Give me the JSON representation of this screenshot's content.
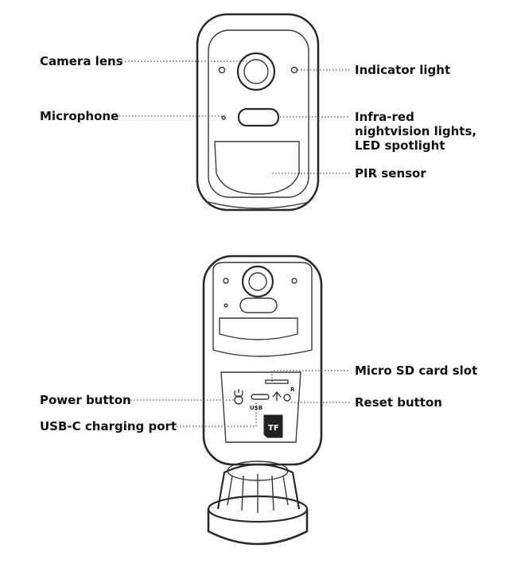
{
  "labels": {
    "camera_lens": "Camera lens",
    "microphone": "Microphone",
    "indicator_light": "Indicator light",
    "ir_lights_line1": "Infra-red",
    "ir_lights_line2": "nightvision lights,",
    "ir_lights_line3": "LED spotlight",
    "pir_sensor": "PIR sensor",
    "micro_sd_slot": "Micro SD card slot",
    "power_button": "Power button",
    "reset_button": "Reset button",
    "usbc_port": "USB-C charging port"
  },
  "marks": {
    "usb_text": "USB",
    "tf_text": "TF",
    "reset_r": "R"
  },
  "colors": {
    "ink": "#2a2a2a",
    "label": "#111111",
    "leader": "#555555"
  }
}
